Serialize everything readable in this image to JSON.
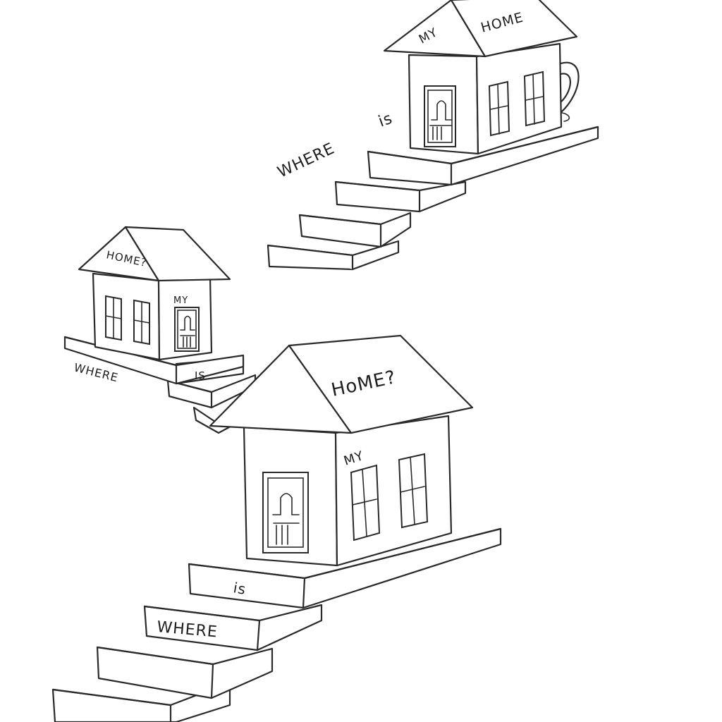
{
  "drawing": {
    "style": "pencil line sketch",
    "stroke_color": "#2a2a2a",
    "background": "#ffffff"
  },
  "top_house": {
    "roof_left_text": "MY",
    "roof_right_text": "HOME",
    "stair_text": {
      "word1": "WHERE",
      "word2": "is"
    },
    "has_mug_handle": true
  },
  "middle_house": {
    "roof_text": "HOME?",
    "wall_text": "MY",
    "stair_text": {
      "word1": "WHERE",
      "word2": "IS"
    }
  },
  "bottom_house": {
    "roof_text": "HoME?",
    "wall_text": "MY",
    "step_texts": [
      "is",
      "WHERE"
    ]
  }
}
